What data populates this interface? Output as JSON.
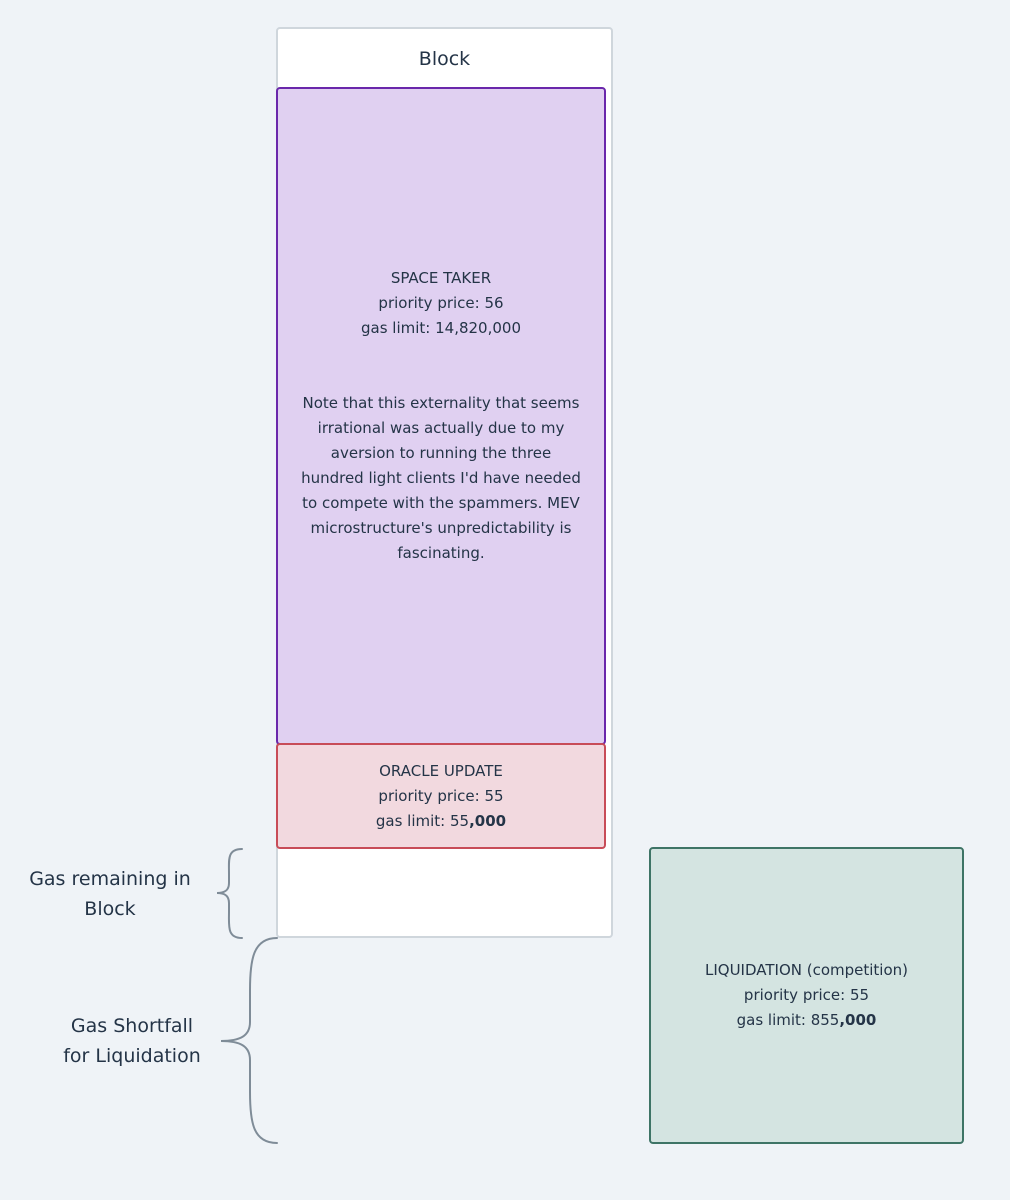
{
  "block": {
    "title": "Block"
  },
  "space_taker": {
    "name": "SPACE TAKER",
    "priority": "priority price: 56",
    "gas": "gas limit: 14,820,000",
    "note_lines": [
      "Note that this externality that seems",
      "irrational was actually due to my",
      "aversion to running the three",
      "hundred light clients I'd have needed",
      "to compete with the spammers.  MEV",
      "microstructure's unpredictability is",
      "fascinating."
    ]
  },
  "oracle_update": {
    "name": "ORACLE UPDATE",
    "priority": "priority price: 55",
    "gas_prefix": "gas limit: 55",
    "gas_suffix": ",000"
  },
  "liquidation": {
    "name": "LIQUIDATION (competition)",
    "priority": "priority price: 55",
    "gas_prefix": "gas limit: 855",
    "gas_suffix": ",000"
  },
  "labels": {
    "gas_remaining_line1": "Gas remaining in",
    "gas_remaining_line2": "Block",
    "gas_shortfall_line1": "Gas Shortfall",
    "gas_shortfall_line2": "for Liquidation"
  },
  "colors": {
    "space_taker_fill": "#e0d0f1",
    "space_taker_border": "#6a27ab",
    "oracle_fill": "#f2d9df",
    "oracle_border": "#c84c58",
    "liquidation_fill": "#d4e4e1",
    "liquidation_border": "#3e7466",
    "brace": "#7f8c98"
  }
}
